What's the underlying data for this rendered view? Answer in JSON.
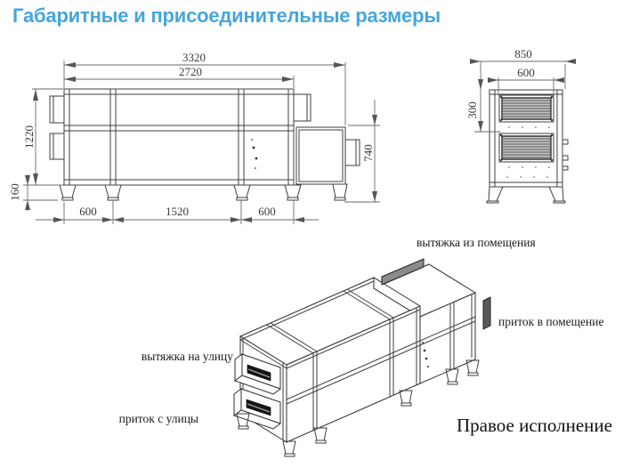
{
  "title": "Габаритные и присоединительные размеры",
  "colors": {
    "accent": "#45a6dc",
    "line": "#3f3f3f",
    "dim_line": "#6a6a6a"
  },
  "front_view": {
    "dims": {
      "overall_length": "3320",
      "body_length": "2720",
      "body_height": "1220",
      "foot_height": "160",
      "segment_left": "600",
      "segment_middle": "1520",
      "segment_right": "600",
      "right_section_height": "740"
    }
  },
  "side_view": {
    "dims": {
      "overall_depth": "850",
      "grille_width": "600",
      "grille_offset": "300"
    }
  },
  "isometric": {
    "labels": {
      "exhaust_from_room": "вытяжка из помещения",
      "supply_to_room": "приток в помещение",
      "exhaust_to_outside": "вытяжка на улицу",
      "supply_from_outside": "приток с улицы",
      "variant": "Правое исполнение"
    }
  }
}
